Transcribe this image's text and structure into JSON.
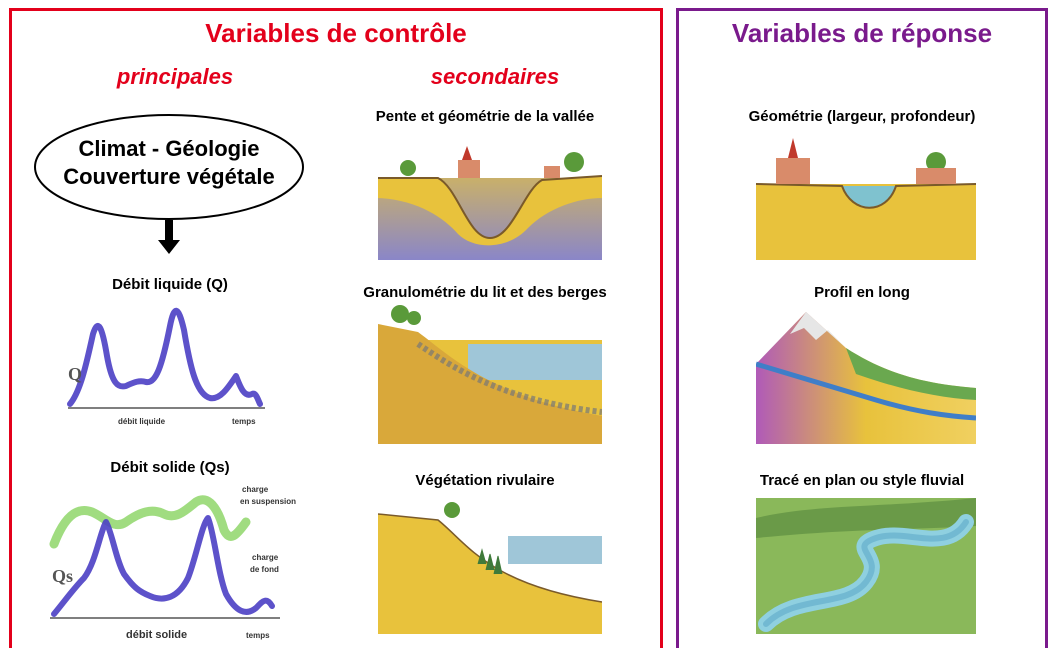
{
  "control": {
    "title": "Variables de contrôle",
    "primary_label": "principales",
    "secondary_label": "secondaires",
    "ellipse_line1": "Climat - Géologie",
    "ellipse_line2": "Couverture végétale",
    "debit_liquide": "Débit liquide (Q)",
    "debit_solide": "Débit solide (Qs)",
    "q_axis": "Q",
    "q_xlabel": "débit liquide",
    "q_temps": "temps",
    "qs_axis": "Qs",
    "qs_xlabel": "débit solide",
    "qs_temps": "temps",
    "charge_susp_1": "charge",
    "charge_susp_2": "en suspension",
    "charge_fond_1": "charge",
    "charge_fond_2": "de fond",
    "pente": "Pente et géométrie de la vallée",
    "granulo": "Granulométrie du lit et des berges",
    "vegetation": "Végétation rivulaire"
  },
  "response": {
    "title": "Variables de réponse",
    "geometrie": "Géométrie (largeur, profondeur)",
    "profil": "Profil en long",
    "trace": "Tracé en plan ou style fluvial"
  },
  "colors": {
    "control_red": "#e3001b",
    "response_purple": "#7a1a8c",
    "hydrograph_blue": "#4b3fc4",
    "suspension_green": "#8fd66a"
  }
}
